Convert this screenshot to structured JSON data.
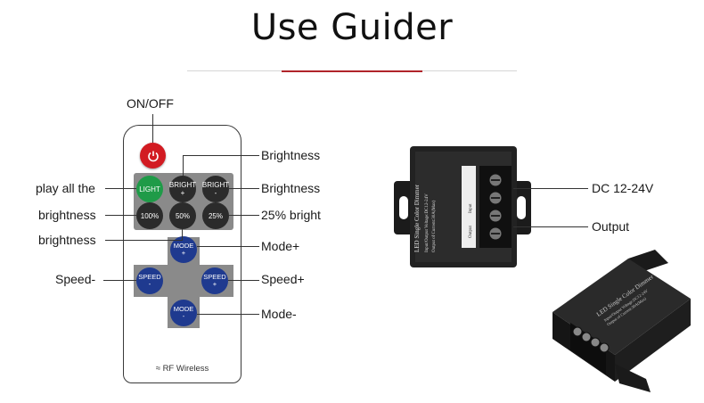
{
  "title": "Use Guider",
  "remote": {
    "top_label": "ON/OFF",
    "left_labels": [
      "play all the",
      "brightness",
      "brightness",
      "Speed-"
    ],
    "right_labels": [
      "Brightness",
      "Brightness",
      "25% bright",
      "Mode+",
      "Speed+",
      "Mode-"
    ],
    "buttons": {
      "light": "LIGHT",
      "bright_up": "BRIGHT",
      "bright_down": "BRIGHT",
      "b100": "100%",
      "b50": "50%",
      "b25": "25%",
      "mode_up": "MODE",
      "mode_down": "MODE",
      "speed_left": "SPEED",
      "speed_right": "SPEED",
      "plus": "+",
      "minus": "-"
    },
    "footer": "RF Wireless"
  },
  "device": {
    "dc_label": "DC 12-24V",
    "output_label": "Output",
    "printed_name": "LED Single Color Dimmer",
    "printed_voltage": "Input/Output Voltage:DC12-24V",
    "printed_current": "Output of Current:30A(Max)",
    "terminal_output": "Output",
    "terminal_input": "Input"
  },
  "colors": {
    "accent": "#b0242a",
    "power": "#d21b22",
    "light_button": "#1f9b48",
    "blue_button": "#1f3a8f"
  }
}
